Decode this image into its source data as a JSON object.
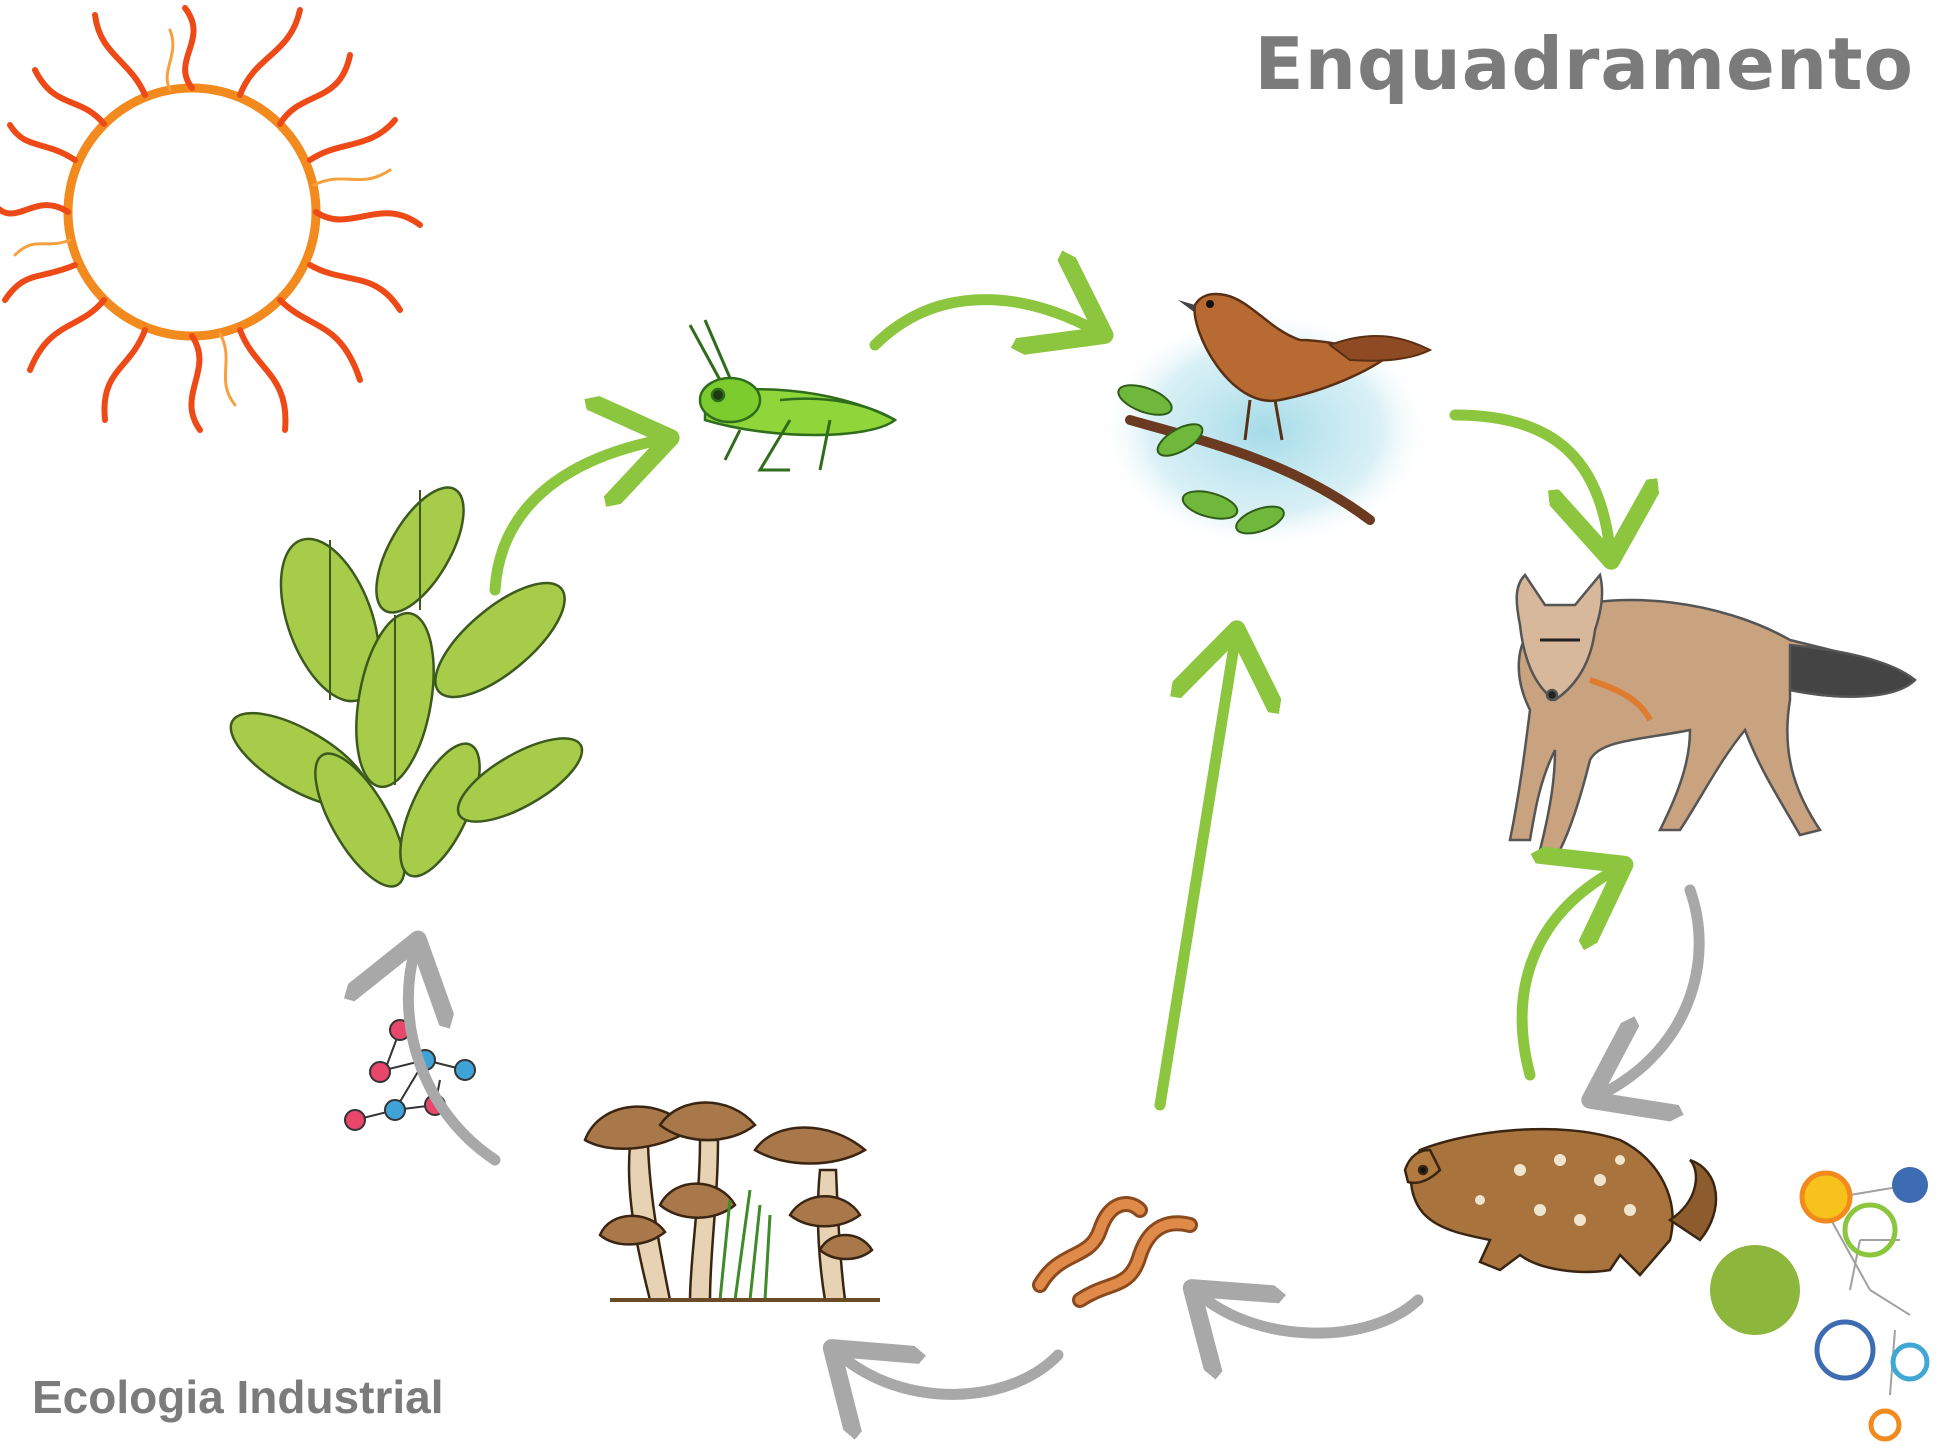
{
  "header": {
    "title": "Enquadramento"
  },
  "footer": {
    "label": "Ecologia Industrial"
  },
  "diagram": {
    "nodes": [
      {
        "id": "sun",
        "icon": "sun-icon"
      },
      {
        "id": "plant",
        "icon": "plant-icon"
      },
      {
        "id": "grasshopper",
        "icon": "grasshopper-icon"
      },
      {
        "id": "bird",
        "icon": "bird-icon"
      },
      {
        "id": "fox",
        "icon": "fox-icon"
      },
      {
        "id": "quoll",
        "icon": "quoll-icon"
      },
      {
        "id": "worms",
        "icon": "worm-icon"
      },
      {
        "id": "mushrooms",
        "icon": "mushroom-icon"
      },
      {
        "id": "molecule",
        "icon": "molecule-icon"
      }
    ],
    "edges": [
      {
        "from": "plant",
        "to": "grasshopper",
        "color": "#8cc63f"
      },
      {
        "from": "grasshopper",
        "to": "bird",
        "color": "#8cc63f"
      },
      {
        "from": "bird",
        "to": "fox",
        "color": "#8cc63f"
      },
      {
        "from": "quoll",
        "to": "fox",
        "color": "#8cc63f"
      },
      {
        "from": "fox",
        "to": "quoll",
        "color": "#a8a8a8"
      },
      {
        "from": "worms",
        "to": "bird",
        "color": "#8cc63f"
      },
      {
        "from": "quoll",
        "to": "worms",
        "color": "#a8a8a8"
      },
      {
        "from": "worms",
        "to": "mushrooms",
        "color": "#a8a8a8"
      },
      {
        "from": "molecule",
        "to": "plant",
        "color": "#a8a8a8"
      }
    ]
  },
  "colors": {
    "green_arrow": "#8cc63f",
    "gray_arrow": "#a8a8a8",
    "title": "#7b7b7b",
    "sun": "#f06a1a"
  }
}
